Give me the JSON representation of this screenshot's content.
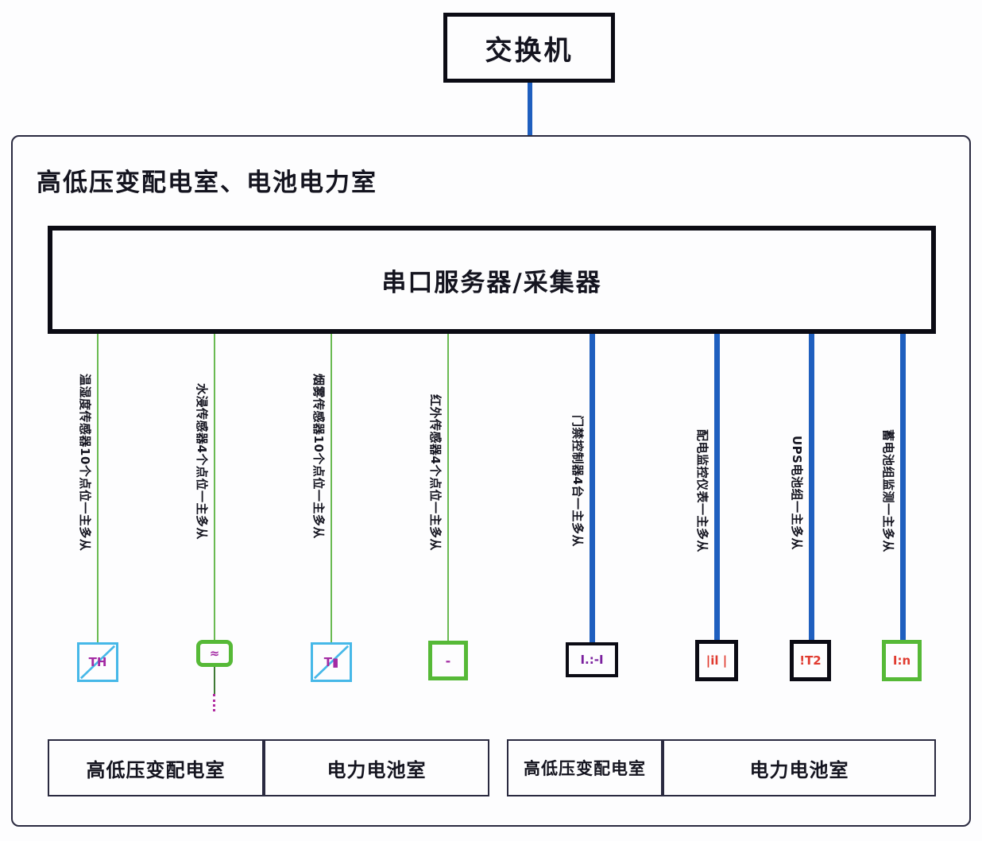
{
  "diagram": {
    "title": "高低压变配电室、电池电力室",
    "switch": {
      "label": "交换机"
    },
    "server": {
      "label": "串口服务器/采集器"
    }
  },
  "branches": [
    {
      "id": "branch-1",
      "label": "温湿度传感器10个点位一主多从",
      "line_color": "#6aba52",
      "line_style": "thin-green",
      "device": {
        "name": "temperature-humidity-sensor",
        "glyph": "TH",
        "frame": "cyan"
      }
    },
    {
      "id": "branch-2",
      "label": "水浸传感器4个点位一主多从",
      "line_color": "#6aba52",
      "line_style": "thin-green",
      "device": {
        "name": "water-leak-sensor",
        "glyph": "≈",
        "frame": "green"
      }
    },
    {
      "id": "branch-3",
      "label": "烟雾传感器10个点位一主多从",
      "line_color": "#6aba52",
      "line_style": "thin-green",
      "device": {
        "name": "smoke-sensor",
        "glyph": "T▮",
        "frame": "cyan"
      }
    },
    {
      "id": "branch-4",
      "label": "红外传感器4个点位一主多从",
      "line_color": "#6aba52",
      "line_style": "thin-green",
      "device": {
        "name": "infrared-sensor",
        "glyph": "-",
        "frame": "green"
      }
    },
    {
      "id": "branch-5",
      "label": "门禁控制器4台一主多从",
      "line_color": "#1f5fbf",
      "line_style": "thick-blue",
      "device": {
        "name": "access-controller",
        "glyph": "I.:-I",
        "frame": "thin-black"
      }
    },
    {
      "id": "branch-6",
      "label": "配电监控仪表一主多从",
      "line_color": "#1f5fbf",
      "line_style": "thick-blue",
      "device": {
        "name": "power-meter",
        "glyph": "|il |",
        "frame": "black"
      }
    },
    {
      "id": "branch-7",
      "label": "UPS电池组一主多从",
      "line_color": "#1f5fbf",
      "line_style": "thick-blue",
      "device": {
        "name": "ups-battery",
        "glyph": "!T2",
        "frame": "black"
      }
    },
    {
      "id": "branch-8",
      "label": "蓄电池组监测一主多从",
      "line_color": "#1f5fbf",
      "line_style": "thick-blue",
      "device": {
        "name": "battery-monitor",
        "glyph": "I:n",
        "frame": "green"
      }
    }
  ],
  "legend": [
    {
      "id": "legend-1",
      "label": "高低压变配电室"
    },
    {
      "id": "legend-2",
      "label": "电力电池室"
    },
    {
      "id": "legend-3",
      "label": "高低压变配电室"
    },
    {
      "id": "legend-4",
      "label": "电力电池室"
    }
  ],
  "colors": {
    "green_line": "#6aba52",
    "blue_line": "#1f5fbf",
    "cyan_frame": "#46b8e8",
    "green_frame": "#56b937",
    "black_frame": "#0b0b14",
    "magenta_glyph": "#a32aa3",
    "red_glyph": "#e03b30",
    "text": "#14141f",
    "background": "#fdfdfe"
  }
}
